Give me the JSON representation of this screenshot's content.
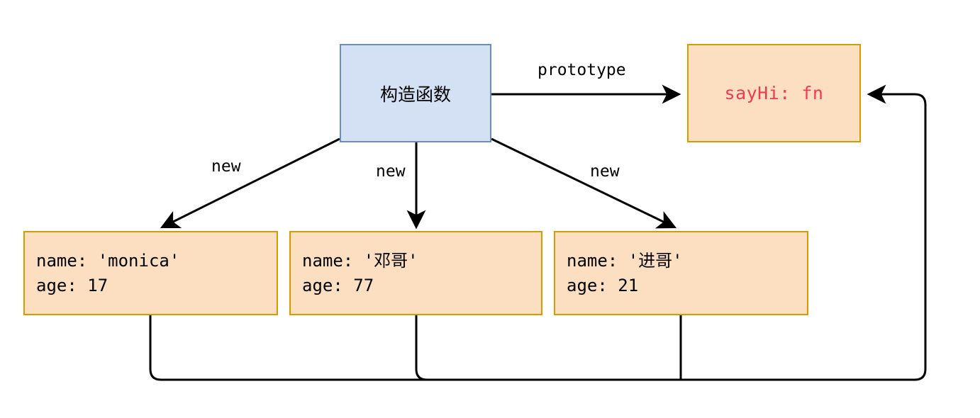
{
  "diagram": {
    "title": "JavaScript prototype chain diagram",
    "background": "#ffffff",
    "colors": {
      "constructor_fill": "#d4e1f5",
      "constructor_stroke": "#6c8ebf",
      "object_fill": "#fbdfc0",
      "object_stroke": "#d79b00",
      "method_text": "#ed3b52",
      "line": "#000000"
    },
    "constructor_node": {
      "label": "构造函数"
    },
    "prototype_node": {
      "label": "sayHi: fn"
    },
    "instances": [
      {
        "name_line": "name: 'monica'",
        "age_line": "age: 17"
      },
      {
        "name_line": "name: '邓哥'",
        "age_line": "age: 77"
      },
      {
        "name_line": "name: '进哥'",
        "age_line": "age: 21"
      }
    ],
    "edge_labels": {
      "prototype": "prototype",
      "new_0": "new",
      "new_1": "new",
      "new_2": "new"
    }
  }
}
